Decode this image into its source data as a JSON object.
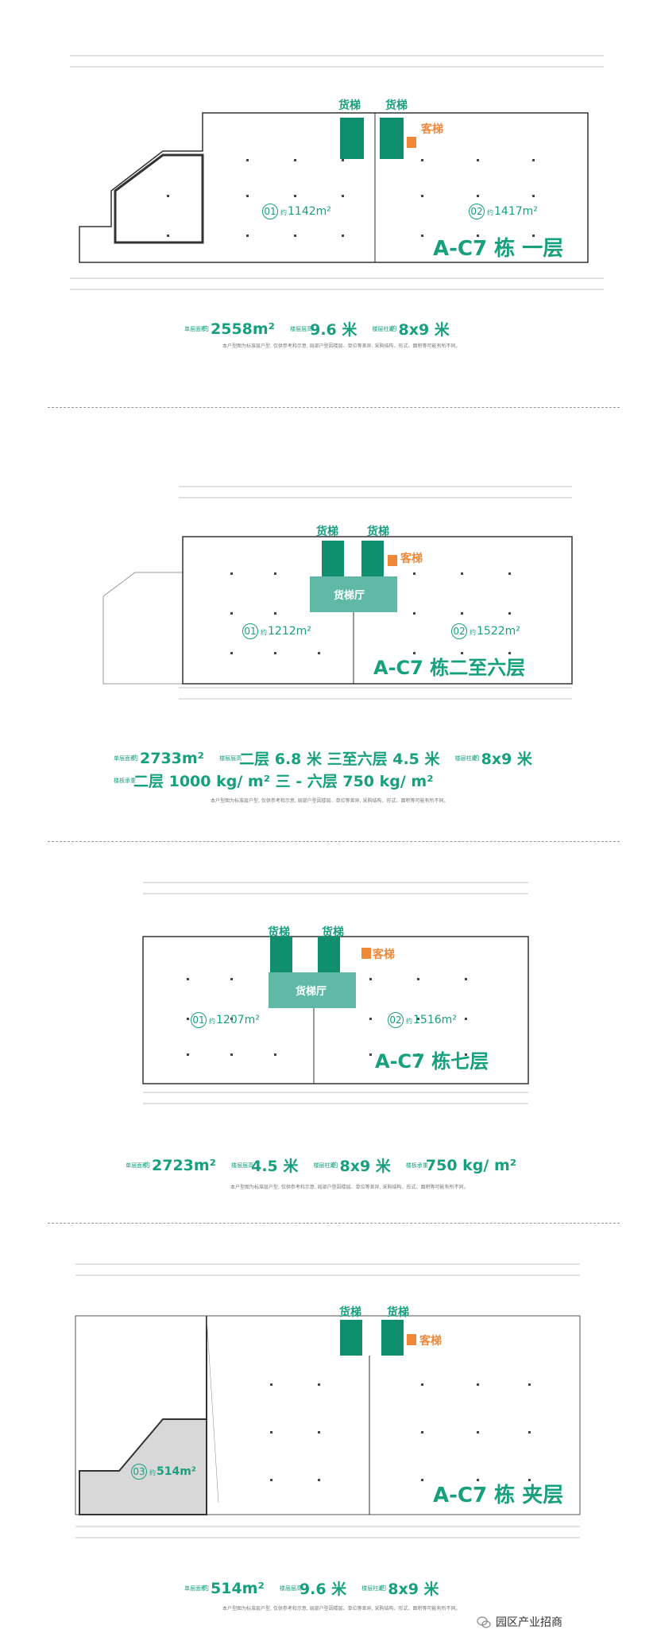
{
  "plans": [
    {
      "title": "A-C7 栋 一层",
      "freight_elevator": "货梯",
      "passenger_elevator": "客梯",
      "units": [
        {
          "num": "01",
          "yue": "约",
          "area": "1142m²"
        },
        {
          "num": "02",
          "yue": "约",
          "area": "1417m²"
        }
      ],
      "specs": [
        {
          "label": "单层面积",
          "yue": "约",
          "value": "2558m²"
        },
        {
          "label": "楼层层高",
          "yue": "",
          "value": "9.6 米"
        },
        {
          "label": "楼层柱距",
          "yue": "约",
          "value": "8x9 米"
        }
      ],
      "note": "本户型图为标准层户型, 仅供参考和示意, 局部户型因楼层、单位等差异, 采购结构、形式、面积等可能有所不同。"
    },
    {
      "title": "A-C7 栋二至六层",
      "freight_elevator": "货梯",
      "passenger_elevator": "客梯",
      "freight_hall": "货梯厅",
      "units": [
        {
          "num": "01",
          "yue": "约",
          "area": "1212m²"
        },
        {
          "num": "02",
          "yue": "约",
          "area": "1522m²"
        }
      ],
      "specs": [
        {
          "label": "单层面积",
          "yue": "约",
          "value": "2733m²"
        },
        {
          "label": "楼层层高",
          "yue": "",
          "value": "二层 6.8 米  三至六层 4.5 米"
        },
        {
          "label": "楼层柱距",
          "yue": "约",
          "value": "8x9 米"
        }
      ],
      "specs2": [
        {
          "label": "楼板承重",
          "yue": "",
          "value": "二层 1000 kg/ m²   三 - 六层 750 kg/ m²"
        }
      ],
      "note": "本户型图为标准层户型, 仅供参考和示意, 局部户型因楼层、单位等差异, 采购结构、形式、面积等可能有所不同。"
    },
    {
      "title": "A-C7 栋七层",
      "freight_elevator": "货梯",
      "passenger_elevator": "客梯",
      "freight_hall": "货梯厅",
      "units": [
        {
          "num": "01",
          "yue": "约",
          "area": "1207m²"
        },
        {
          "num": "02",
          "yue": "约",
          "area": "1516m²"
        }
      ],
      "specs": [
        {
          "label": "单层面积",
          "yue": "约",
          "value": "2723m²"
        },
        {
          "label": "楼层层高",
          "yue": "",
          "value": "4.5 米"
        },
        {
          "label": "楼层柱距",
          "yue": "约",
          "value": "8x9 米"
        },
        {
          "label": "楼板承重",
          "yue": "",
          "value": "750 kg/ m²"
        }
      ],
      "note": "本户型图为标准层户型, 仅供参考和示意, 局部户型因楼层、单位等差异, 采购结构、形式、面积等可能有所不同。"
    },
    {
      "title": "A-C7 栋  夹层",
      "freight_elevator": "货梯",
      "passenger_elevator": "客梯",
      "units": [
        {
          "num": "03",
          "yue": "约",
          "area": "514m²"
        }
      ],
      "specs": [
        {
          "label": "单层面积",
          "yue": "约",
          "value": "514m²"
        },
        {
          "label": "楼层层高",
          "yue": "",
          "value": "9.6 米"
        },
        {
          "label": "楼层柱距",
          "yue": "约",
          "value": "8x9 米"
        }
      ],
      "note": "本户型图为标准层户型, 仅供参考和示意, 局部户型因楼层、单位等差异, 采购结构、形式、面积等可能有所不同。"
    }
  ],
  "footer": {
    "icon": "wechat-icon",
    "text": "园区产业招商"
  },
  "colors": {
    "accent": "#17a07e",
    "passenger": "#f0883a",
    "wall": "#333333",
    "hatch": "#d8d8d8"
  }
}
